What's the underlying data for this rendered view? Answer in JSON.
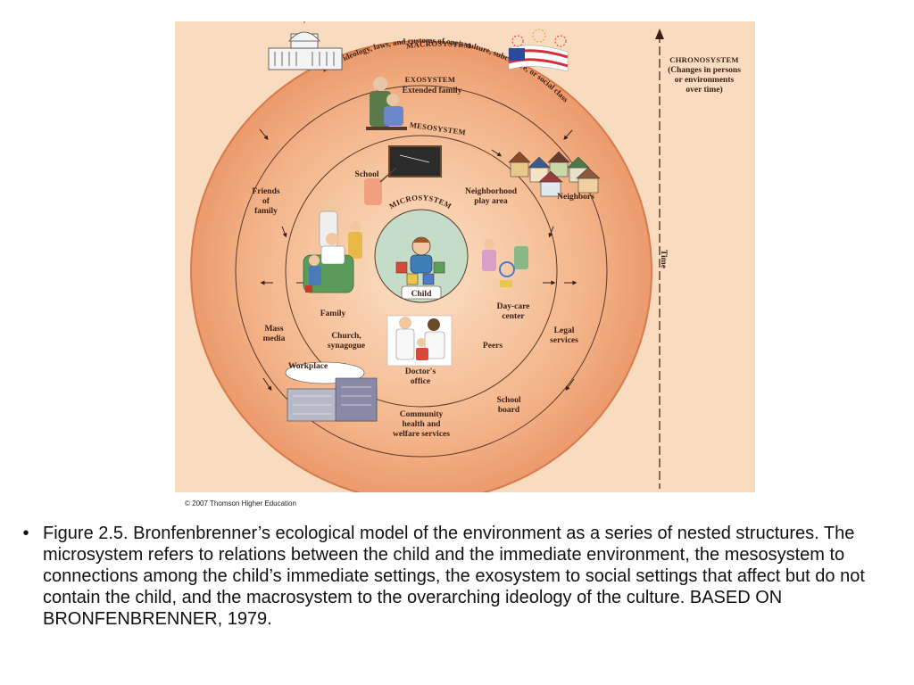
{
  "diagram": {
    "macrosystem": {
      "title": "MACROSYSTEM",
      "description": "Broad ideology, laws, and customs of one's culture, subculture, or social class"
    },
    "exosystem": {
      "title": "EXOSYSTEM",
      "subtitle": "Extended family"
    },
    "mesosystem": {
      "title": "MESOSYSTEM"
    },
    "microsystem": {
      "title": "MICROSYSTEM",
      "center": "Child"
    },
    "chronosystem": {
      "title": "CHRONOSYSTEM",
      "lines": [
        "(Changes in persons",
        "or environments",
        "over time)"
      ],
      "axis_label": "Time"
    },
    "settings": {
      "school": "School",
      "family": "Family",
      "neighborhood": [
        "Neighborhood",
        "play area"
      ],
      "daycare": [
        "Day-care",
        "center"
      ],
      "church": [
        "Church,",
        "synagogue"
      ],
      "doctor": [
        "Doctor's",
        "office"
      ],
      "peers": "Peers"
    },
    "exo_settings": {
      "friends": [
        "Friends",
        "of",
        "family"
      ],
      "neighbors": "Neighbors",
      "mass_media": [
        "Mass",
        "media"
      ],
      "legal": [
        "Legal",
        "services"
      ],
      "workplace": "Workplace",
      "community": [
        "Community",
        "health and",
        "welfare services"
      ],
      "school_board": [
        "School",
        "board"
      ]
    }
  },
  "copyright": "© 2007 Thomson Higher Education",
  "caption": {
    "bullet": "•",
    "text": "Figure 2.5. Bronfenbrenner’s ecological model of the environment as a series of nested structures.  The microsystem refers to relations between the child and the immediate environment, the mesosystem to connections among the child’s immediate settings, the exosystem to social settings that affect but do not contain the child, and the macrosystem to the overarching ideology of the culture. BASED ON BRONFENBRENNER, 1979."
  }
}
